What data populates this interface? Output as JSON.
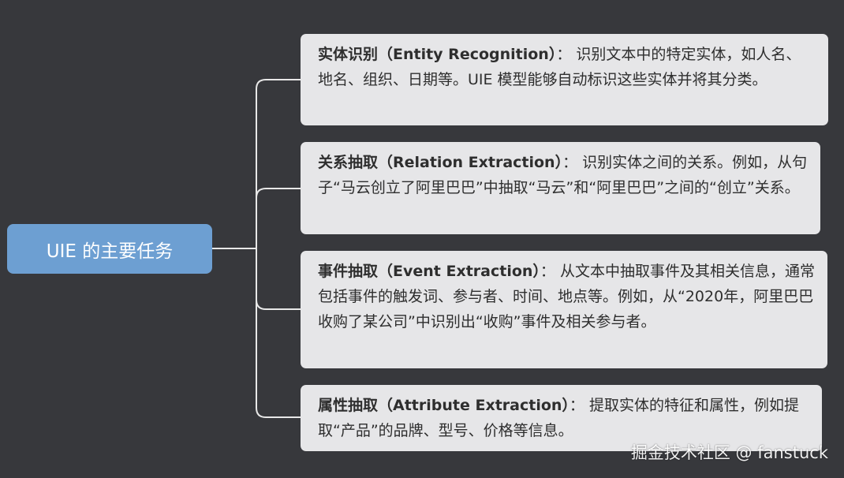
{
  "root": {
    "label": "UIE 的主要任务"
  },
  "tasks": [
    {
      "term": "实体识别（Entity Recognition）",
      "sep": "：",
      "desc": "识别文本中的特定实体，如人名、地名、组织、日期等。UIE 模型能够自动标识这些实体并将其分类。"
    },
    {
      "term": "关系抽取（Relation Extraction）",
      "sep": "：",
      "desc": "识别实体之间的关系。例如，从句子“马云创立了阿里巴巴”中抽取“马云”和“阿里巴巴”之间的“创立”关系。"
    },
    {
      "term": "事件抽取（Event Extraction）",
      "sep": "：",
      "desc": "从文本中抽取事件及其相关信息，通常包括事件的触发词、参与者、时间、地点等。例如，从“2020年，阿里巴巴收购了某公司”中识别出“收购”事件及相关参与者。"
    },
    {
      "term": "属性抽取（Attribute Extraction）",
      "sep": "：",
      "desc": "提取实体的特征和属性，例如提取“产品”的品牌、型号、价格等信息。"
    }
  ],
  "watermark": "掘金技术社区 @ fanstuck",
  "colors": {
    "background": "#37383c",
    "root": "#6d9fd2",
    "card": "#e6e6e8",
    "connector": "#e8e8e8"
  }
}
